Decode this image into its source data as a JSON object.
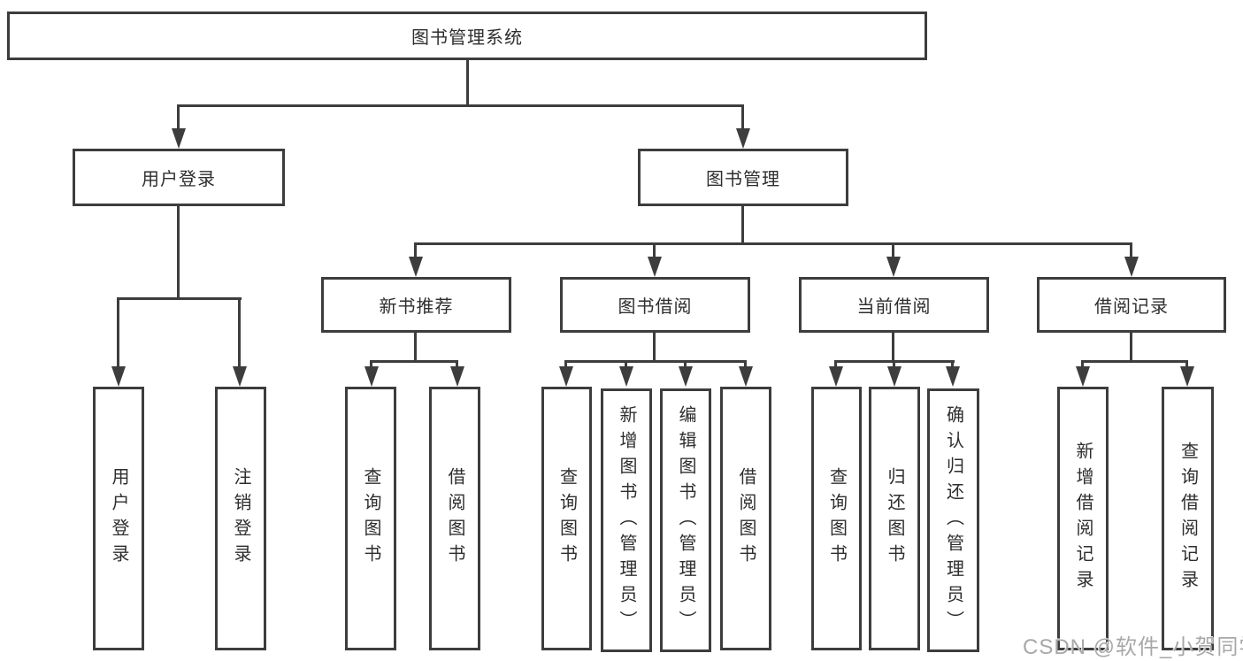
{
  "colors": {
    "line": "#3d3d3d",
    "node_border": "#3d3d3d",
    "node_text": "#2e2e2e",
    "background": "#ffffff",
    "watermark_text": "#a8a8a8"
  },
  "watermark": "CSDN @软件_小贺同学",
  "diagram": {
    "root": {
      "label": "图书管理系统",
      "children": [
        {
          "label": "用户登录",
          "children": [
            {
              "label": "用户登录"
            },
            {
              "label": "注销登录"
            }
          ]
        },
        {
          "label": "图书管理",
          "children": [
            {
              "label": "新书推荐",
              "children": [
                {
                  "label": "查询图书"
                },
                {
                  "label": "借阅图书"
                }
              ]
            },
            {
              "label": "图书借阅",
              "children": [
                {
                  "label": "查询图书"
                },
                {
                  "label": "新增图书（管理员）"
                },
                {
                  "label": "编辑图书（管理员）"
                },
                {
                  "label": "借阅图书"
                }
              ]
            },
            {
              "label": "当前借阅",
              "children": [
                {
                  "label": "查询图书"
                },
                {
                  "label": "归还图书"
                },
                {
                  "label": "确认归还（管理员）"
                }
              ]
            },
            {
              "label": "借阅记录",
              "children": [
                {
                  "label": "新增借阅记录"
                },
                {
                  "label": "查询借阅记录"
                }
              ]
            }
          ]
        }
      ]
    }
  }
}
